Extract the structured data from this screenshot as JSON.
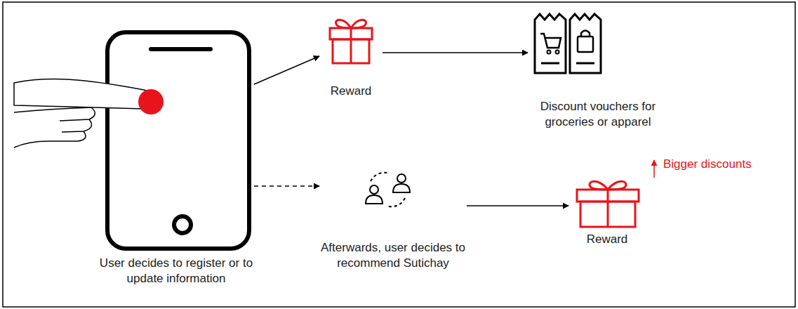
{
  "diagram": {
    "nodes": [
      {
        "text": [
          "User decides to register or to update information"
        ]
      },
      {
        "text": [
          "Reward"
        ]
      },
      {
        "text": [
          "Discount vouchers for groceries or apparel"
        ]
      },
      {
        "text": [
          "Afterwards, user decides to recommend Sutichay"
        ]
      },
      {
        "text": [
          "Reward"
        ]
      }
    ],
    "edges": [
      {
        "from": 0,
        "to": 1,
        "arrow": "to"
      },
      {
        "from": 1,
        "to": 2,
        "arrow": "to"
      },
      {
        "from": 0,
        "to": 3,
        "arrow": "to"
      },
      {
        "from": 3,
        "to": 4,
        "arrow": "to"
      }
    ],
    "labels": [
      "Bigger discounts"
    ]
  }
}
